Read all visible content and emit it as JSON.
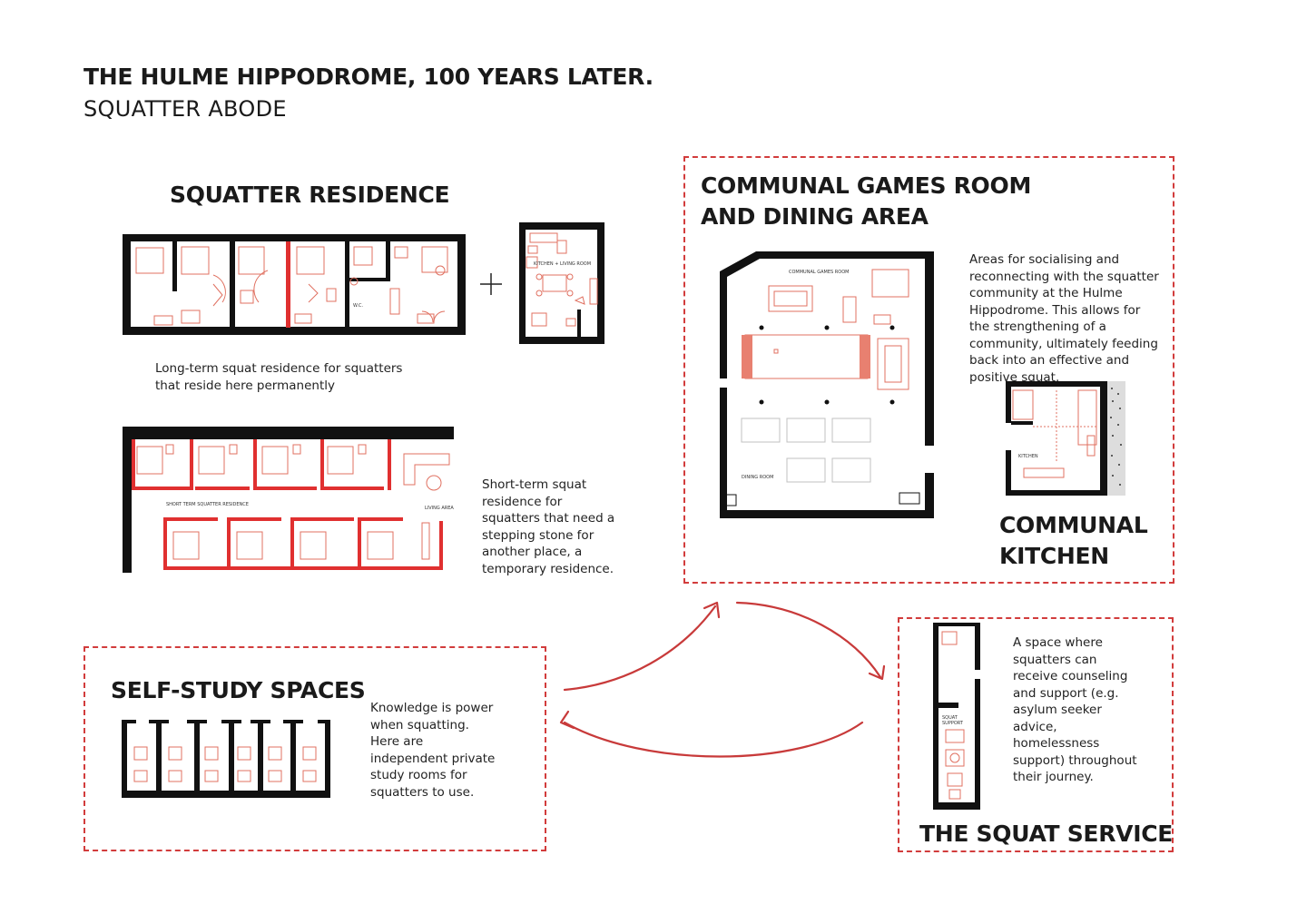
{
  "header": {
    "title": "THE HULME HIPPODROME, 100 YEARS LATER.",
    "subtitle": "SQUATTER ABODE"
  },
  "squatter_residence": {
    "heading": "SQUATTER RESIDENCE",
    "long_term_text": "Long-term squat residence for squatters that reside here permanently",
    "short_term_text": "Short-term squat residence for squatters that need a stepping stone for another place, a temporary residence.",
    "plan_labels": {
      "wc": "W.C.",
      "kitchen_living": "KITCHEN + LIVING ROOM",
      "short_term": "SHORT TERM SQUATTER RESIDENCE",
      "living_area": "LIVING AREA"
    }
  },
  "communal_games": {
    "heading_line1": "COMMUNAL GAMES ROOM",
    "heading_line2": "AND DINING AREA",
    "description": "Areas for socialising and reconnecting with the squatter community at the Hulme Hippodrome. This allows for the strengthening of a community, ultimately feeding back into an effective and positive squat.",
    "plan_labels": {
      "games_room": "COMMUNAL GAMES ROOM",
      "dining_room": "DINING ROOM"
    }
  },
  "communal_kitchen": {
    "heading_line1": "COMMUNAL",
    "heading_line2": "KITCHEN",
    "plan_label": "KITCHEN"
  },
  "self_study": {
    "heading": "SELF-STUDY SPACES",
    "description": "Knowledge is power when squatting. Here are independent private study rooms for squatters to use."
  },
  "squat_service": {
    "heading": "THE SQUAT SERVICE",
    "description": "A space where squatters can receive counseling and support (e.g. asylum seeker advice, homelessness support) throughout their journey.",
    "plan_label_line1": "SQUAT",
    "plan_label_line2": "SUPPORT"
  },
  "colors": {
    "accent_red": "#d23c3c",
    "wall_black": "#111111",
    "furniture_red": "#e07060"
  }
}
